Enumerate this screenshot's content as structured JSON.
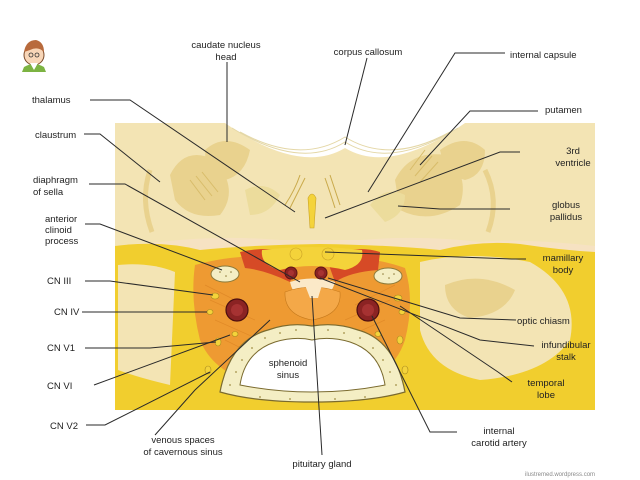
{
  "labels": {
    "caudate_nucleus_head": [
      "caudate nucleus",
      "head"
    ],
    "corpus_callosum": "corpus callosum",
    "internal_capsule": "internal capsule",
    "thalamus": "thalamus",
    "putamen": "putamen",
    "claustrum": "claustrum",
    "third_ventricle": [
      "3rd",
      "ventricle"
    ],
    "diaphragm_of_sella": [
      "diaphragm",
      "of sella"
    ],
    "globus_pallidus": [
      "globus",
      "pallidus"
    ],
    "anterior_clinoid_process": [
      "anterior",
      "clinoid",
      "process"
    ],
    "mamillary_body": [
      "mamillary",
      "body"
    ],
    "cn_iii": "CN III",
    "cn_iv": "CN IV",
    "optic_chiasm": "optic chiasm",
    "cn_v1": "CN V1",
    "infundibular_stalk": [
      "infundibular",
      "stalk"
    ],
    "cn_vi": "CN VI",
    "sphenoid_sinus": [
      "sphenoid",
      "sinus"
    ],
    "temporal_lobe": [
      "temporal",
      "lobe"
    ],
    "cn_v2": "CN V2",
    "internal_carotid_artery": [
      "internal",
      "carotid artery"
    ],
    "venous_spaces_of_cavernous_sinus": [
      "venous spaces",
      "of cavernous sinus"
    ],
    "pituitary_gland": "pituitary gland"
  },
  "credit": "ilustremed.wordpress.com",
  "logo_icon": "doctor-avatar-icon",
  "colors": {
    "background_panel": "#f6e2c2",
    "brain_tissue": "#f3e4b4",
    "gray_matter": "#e9d28e",
    "yellow_border": "#f1ce2e",
    "cavernous_orange": "#ee9a32",
    "red_wall": "#d64a26",
    "artery": "#8b2323",
    "bone": "#f4eec4",
    "sinus_cavity": "#ffffff",
    "leader_lines": "#2a2a2a"
  }
}
